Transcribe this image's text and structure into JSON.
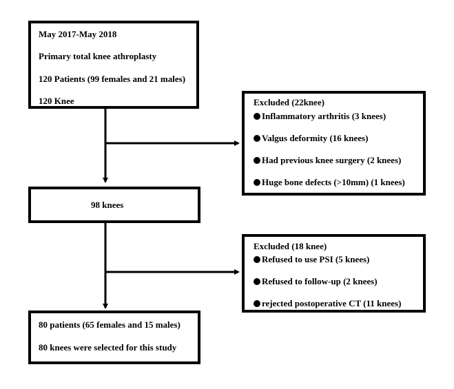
{
  "box_start": {
    "lines": [
      "May 2017-May 2018",
      "Primary total knee athroplasty",
      "120 Patients (99 females and 21 males)",
      "120 Knee"
    ]
  },
  "box_excluded1": {
    "heading": "Excluded (22knee)",
    "items": [
      "Inflammatory arthritis (3 knees)",
      "Valgus deformity (16 knees)",
      "Had previous knee surgery (2 knees)",
      "Huge bone defects (>10mm) (1 knees)"
    ]
  },
  "box_middle": {
    "text": "98 knees"
  },
  "box_excluded2": {
    "heading": "Excluded (18 knee)",
    "items": [
      "Refused to use PSI (5 knees)",
      "Refused to follow-up (2 knees)",
      "rejected postoperative CT (11 knees)"
    ]
  },
  "box_final": {
    "lines": [
      "80 patients (65 females and 15 males)",
      "80 knees were selected for this study"
    ]
  },
  "colors": {
    "line": "#000000",
    "background": "#ffffff"
  },
  "icons": {
    "bullet": "bullet-icon"
  }
}
